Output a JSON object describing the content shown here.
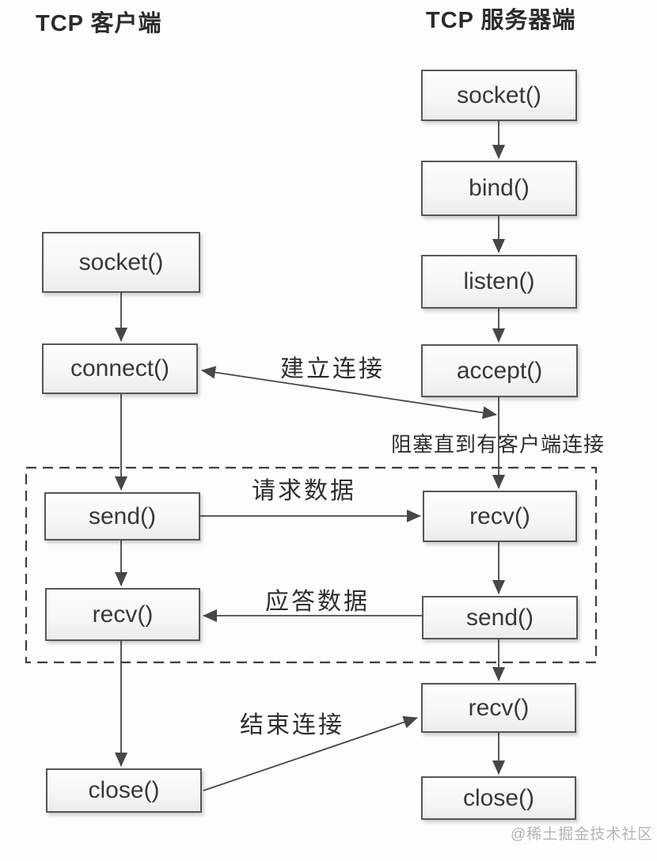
{
  "client": {
    "header": "TCP 客户端",
    "boxes": [
      {
        "label": "socket()"
      },
      {
        "label": "connect()"
      },
      {
        "label": "send()"
      },
      {
        "label": "recv()"
      },
      {
        "label": "close()"
      }
    ]
  },
  "server": {
    "header": "TCP 服务器端",
    "boxes": [
      {
        "label": "socket()"
      },
      {
        "label": "bind()"
      },
      {
        "label": "listen()"
      },
      {
        "label": "accept()"
      },
      {
        "label": "recv()"
      },
      {
        "label": "send()"
      },
      {
        "label": "recv()"
      },
      {
        "label": "close()"
      }
    ]
  },
  "edge_labels": {
    "establish": "建立连接",
    "block_until": "阻塞直到有客户端连接",
    "request": "请求数据",
    "response": "应答数据",
    "finish": "结束连接"
  },
  "watermark": "@稀土掘金技术社区",
  "colors": {
    "box_border": "#565656",
    "arrow": "#474747",
    "dashed_boundary": "#3f3f3f",
    "text": "#383838",
    "watermark": "#b4b4b4"
  }
}
